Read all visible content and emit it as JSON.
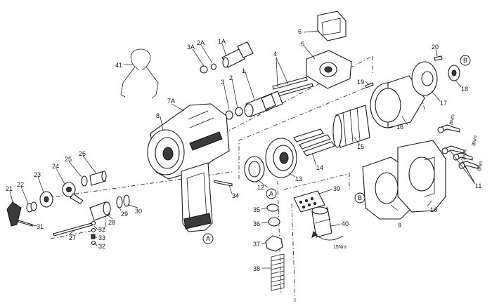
{
  "diagram": {
    "part_numbers": {
      "p1": "1",
      "p1a": "1A",
      "p2": "2",
      "p2a": "2A",
      "p3": "3",
      "p3a": "3A",
      "p4": "4",
      "p5": "5",
      "p6": "6",
      "p7a": "7A",
      "p8": "8",
      "p9": "9",
      "p10": "10",
      "p11": "11",
      "p12": "12",
      "p13": "13",
      "p14": "14",
      "p15": "15",
      "p16": "16",
      "p17": "17",
      "p18": "18",
      "p19": "19",
      "p20": "20",
      "p21": "21",
      "p22": "22",
      "p23": "23",
      "p24": "24",
      "p25": "25",
      "p26": "26",
      "p27": "27",
      "p28": "28",
      "p29": "29",
      "p30": "30",
      "p31": "31",
      "p32a": "32",
      "p32b": "32",
      "p33": "33",
      "p34": "34",
      "p35": "35",
      "p36": "36",
      "p37": "37",
      "p38": "38",
      "p39": "39",
      "p40": "40",
      "p41": "41"
    },
    "reference_markers": {
      "a_top": "A",
      "a_bottom": "A",
      "b_top": "B",
      "b_bottom": "B"
    },
    "torque_specs": {
      "t1": "8Nm",
      "t2": "8Nm",
      "t3": "8Nm",
      "t4": "8Nm",
      "t5": "15Nm"
    }
  }
}
